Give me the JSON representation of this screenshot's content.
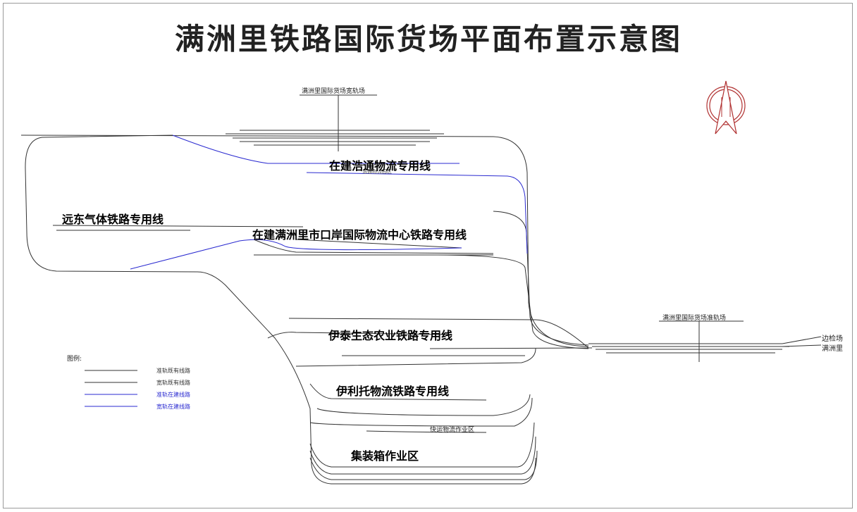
{
  "title": "满洲里铁路国际货场平面布置示意图",
  "yards": {
    "wide_gauge_yard": "满洲里国际货场宽轨场",
    "standard_gauge_yard": "满洲里国际货场准轨场",
    "border_inspection": "边检场",
    "manzhouli": "满洲里",
    "haotong_area": "浩通物流园区"
  },
  "sidings": {
    "haotong": "在建浩通物流专用线",
    "yuandong": "远东气体铁路专用线",
    "port_center": "在建满洲里市口岸国际物流中心铁路专用线",
    "yitai": "伊泰生态农业铁路专用线",
    "yili": "伊利托物流铁路专用线"
  },
  "zones": {
    "express": "快运物流作业区",
    "container": "集装箱作业区"
  },
  "legend": {
    "title": "图例:",
    "items": [
      {
        "label": "准轨既有线路",
        "color": "#333333"
      },
      {
        "label": "宽轨既有线路",
        "color": "#333333"
      },
      {
        "label": "准轨在建线路",
        "color": "#2a2ad0"
      },
      {
        "label": "宽轨在建线路",
        "color": "#2a2ad0"
      }
    ]
  },
  "colors": {
    "existing": "#333333",
    "construction": "#2a2ad0",
    "compass": "#b03030"
  }
}
